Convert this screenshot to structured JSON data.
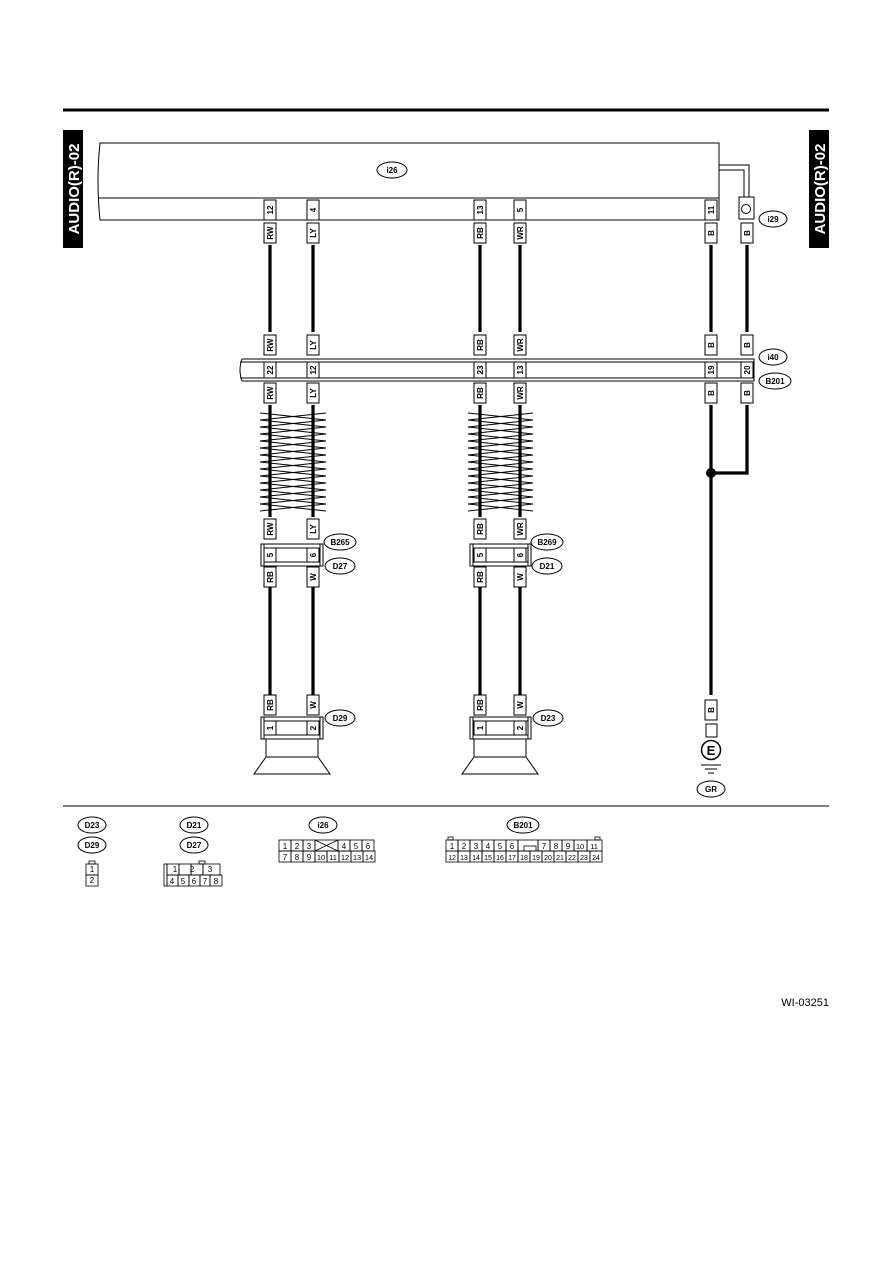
{
  "side_label_left": "AUDIO(R)-02",
  "side_label_right": "AUDIO(R)-02",
  "diagram_id": "WI-03251",
  "unit_connector": "i26",
  "shield_connector": "i29",
  "joint_connector_top": "i40",
  "joint_connector_bottom": "B201",
  "ground_label": "GR",
  "ground_symbol": "E",
  "left_inline_connector_top": "B265",
  "left_inline_connector_bottom": "D27",
  "right_inline_connector_top": "B269",
  "right_inline_connector_bottom": "D21",
  "left_speaker_connector": "D29",
  "right_speaker_connector": "D23",
  "wires": {
    "w1": {
      "unit_pin": "12",
      "top_color": "RW",
      "joint_top_color": "RW",
      "joint_pin": "22",
      "joint_bottom_color": "RW",
      "pre_inline_color": "RW",
      "inline_pin": "5",
      "post_inline_color": "RB",
      "speaker_color": "RB",
      "speaker_pin": "1"
    },
    "w2": {
      "unit_pin": "4",
      "top_color": "LY",
      "joint_top_color": "LY",
      "joint_pin": "12",
      "joint_bottom_color": "LY",
      "pre_inline_color": "LY",
      "inline_pin": "6",
      "post_inline_color": "W",
      "speaker_color": "W",
      "speaker_pin": "2"
    },
    "w3": {
      "unit_pin": "13",
      "top_color": "RB",
      "joint_top_color": "RB",
      "joint_pin": "23",
      "joint_bottom_color": "RB",
      "pre_inline_color": "RB",
      "inline_pin": "5",
      "post_inline_color": "RB",
      "speaker_color": "RB",
      "speaker_pin": "1"
    },
    "w4": {
      "unit_pin": "5",
      "top_color": "WR",
      "joint_top_color": "WR",
      "joint_pin": "13",
      "joint_bottom_color": "WR",
      "pre_inline_color": "WR",
      "inline_pin": "6",
      "post_inline_color": "W",
      "speaker_color": "W",
      "speaker_pin": "2"
    },
    "w5": {
      "unit_pin": "11",
      "top_color": "B",
      "joint_top_color": "B",
      "joint_pin": "19",
      "joint_bottom_color": "B",
      "ground_color": "B"
    },
    "w6": {
      "top_color": "B",
      "joint_top_color": "B",
      "joint_pin": "20",
      "joint_bottom_color": "B"
    }
  },
  "legend": {
    "speaker_connectors": {
      "names": [
        "D23",
        "D29"
      ],
      "rows": [
        [
          "1"
        ],
        [
          "2"
        ]
      ]
    },
    "inline_connectors": {
      "names": [
        "D21",
        "D27"
      ],
      "rows": [
        [
          "1",
          "2",
          "3"
        ],
        [
          "4",
          "5",
          "6",
          "7",
          "8"
        ]
      ]
    },
    "unit": {
      "name": "i26",
      "rows": [
        [
          "1",
          "2",
          "3",
          "4",
          "5",
          "6"
        ],
        [
          "7",
          "8",
          "9",
          "10",
          "11",
          "12",
          "13",
          "14"
        ]
      ]
    },
    "joint": {
      "name": "B201",
      "rows": [
        [
          "1",
          "2",
          "3",
          "4",
          "5",
          "6",
          "7",
          "8",
          "9",
          "10",
          "11"
        ],
        [
          "12",
          "13",
          "14",
          "15",
          "16",
          "17",
          "18",
          "19",
          "20",
          "21",
          "22",
          "23",
          "24"
        ]
      ]
    }
  }
}
